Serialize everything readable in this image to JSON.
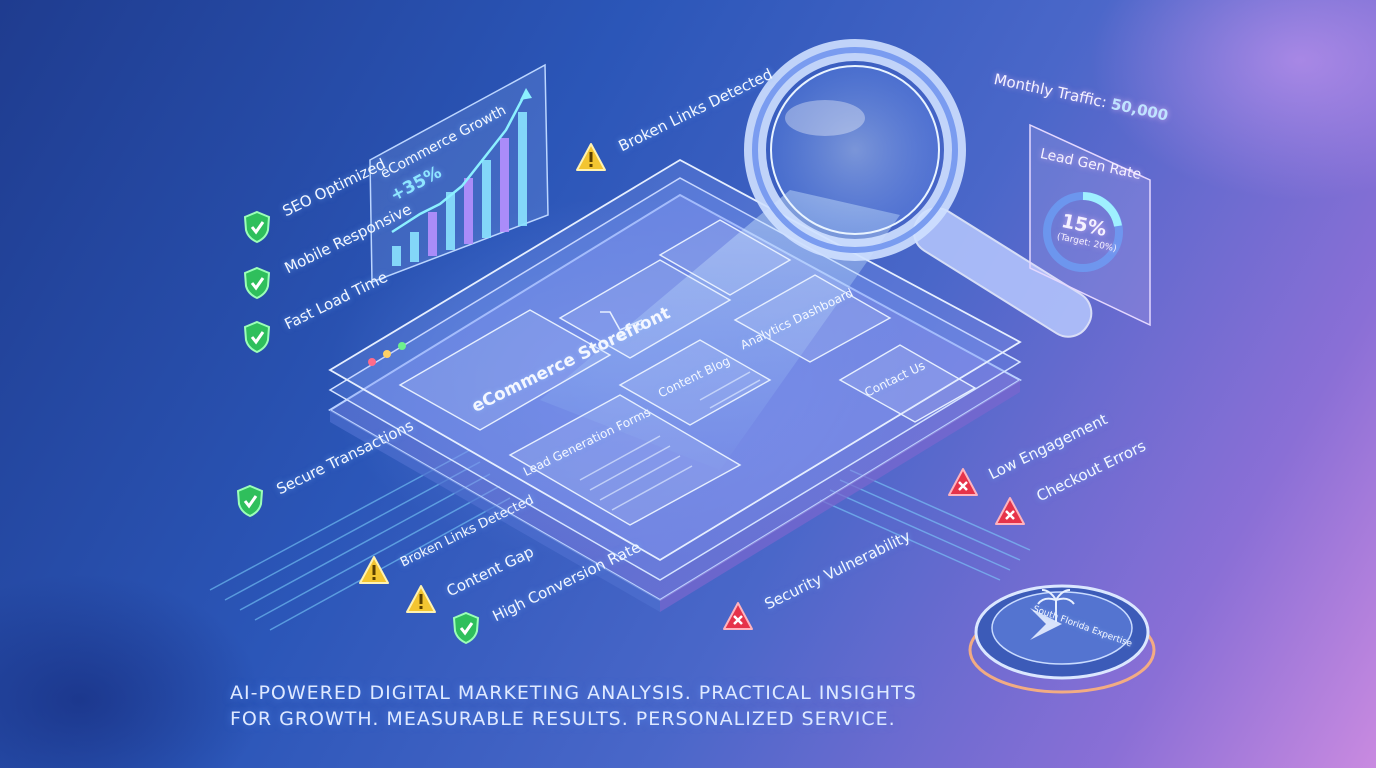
{
  "tagline": {
    "line1": "AI-POWERED DIGITAL MARKETING ANALYSIS. PRACTICAL INSIGHTS",
    "line2": "FOR GROWTH. MEASURABLE RESULTS. PERSONALIZED SERVICE."
  },
  "growth_chart": {
    "title": "eCommerce Growth",
    "value": "+35%"
  },
  "metrics": {
    "traffic_label": "Monthly Traffic:",
    "traffic_value": "50,000",
    "lead_gen_title": "Lead Gen Rate",
    "lead_gen_value": "15%",
    "lead_gen_target": "(Target: 20%)"
  },
  "site_sections": {
    "storefront": "eCommerce Storefront",
    "content_blog": "Content Blog",
    "analytics": "Analytics Dashboard",
    "contact": "Contact Us",
    "lead_forms": "Lead Generation Forms"
  },
  "status_items": {
    "seo": "SEO Optimized",
    "mobile": "Mobile Responsive",
    "fast_load": "Fast Load Time",
    "secure": "Secure Transactions",
    "broken_links_top": "Broken Links Detected",
    "broken_links_bottom": "Broken Links Detected",
    "content_gap": "Content Gap",
    "high_conversion": "High Conversion Rate",
    "low_engagement": "Low Engagement",
    "checkout_errors": "Checkout Errors",
    "security_vulnerability": "Security Vulnerability"
  },
  "badge": {
    "text": "South Florida Expertise"
  },
  "colors": {
    "success": "#36d16a",
    "warning": "#f3c531",
    "error": "#e6334a",
    "accent": "#8fd3ff"
  },
  "icons": [
    "shield-check-icon",
    "warning-triangle-icon",
    "error-triangle-icon",
    "magnifying-glass-icon",
    "shopping-cart-icon",
    "palm-tree-icon",
    "compass-star-icon"
  ]
}
